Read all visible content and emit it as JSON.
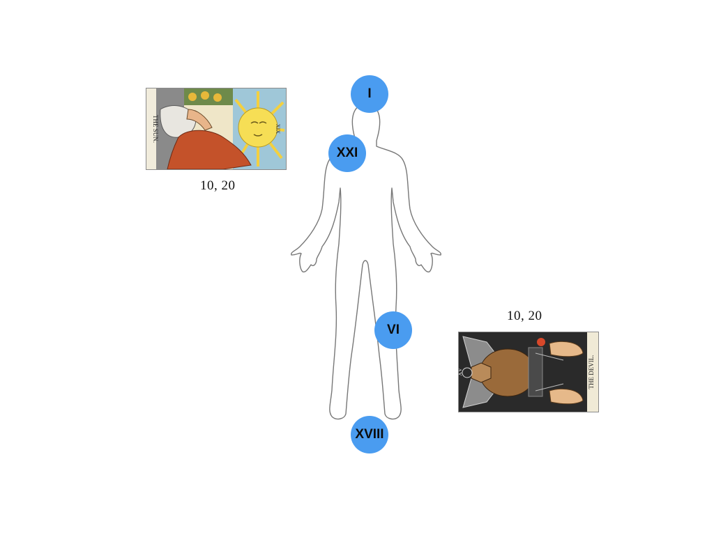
{
  "markers": [
    {
      "label": "I",
      "position": "head"
    },
    {
      "label": "XXI",
      "position": "shoulder"
    },
    {
      "label": "VI",
      "position": "knee"
    },
    {
      "label": "XVIII",
      "position": "feet"
    }
  ],
  "cards": {
    "sun": {
      "title": "THE SUN.",
      "numeral": "XIX",
      "coords": "10, 20"
    },
    "devil": {
      "title": "THE DEVIL.",
      "numeral": "XV",
      "coords": "10, 20"
    }
  },
  "colors": {
    "marker": "#4a9cf0",
    "marker_text": "#0c0c0c",
    "outline": "#666666"
  }
}
